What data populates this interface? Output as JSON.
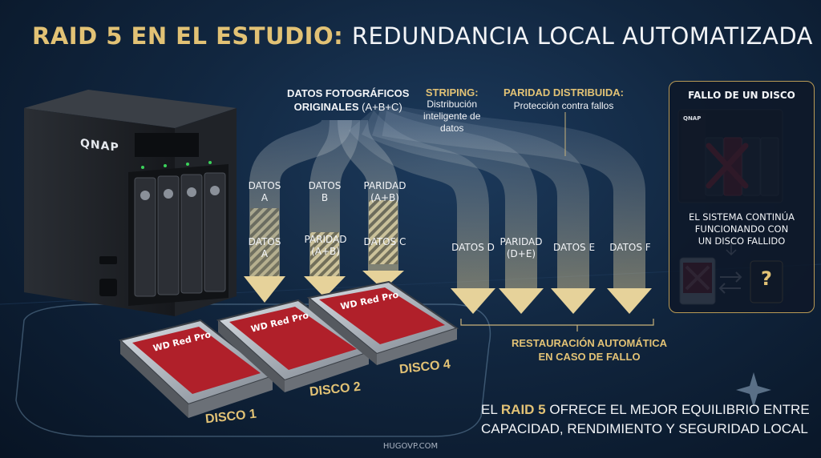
{
  "title": {
    "highlight": "RAID 5 EN EL ESTUDIO:",
    "rest": "REDUNDANCIA LOCAL AUTOMATIZADA"
  },
  "source": {
    "line1": "DATOS FOTOGRÁFICOS",
    "line2_bold": "ORIGINALES",
    "line2_rest": " (A+B+C)"
  },
  "striping": {
    "heading": "STRIPING:",
    "text_lines": [
      "Distribución",
      "inteligente de",
      "datos"
    ]
  },
  "parity": {
    "heading": "PARIDAD DISTRIBUIDA:",
    "text": "Protección contra fallos"
  },
  "flows": [
    {
      "top_lines": [
        "DATOS",
        "A"
      ],
      "bottom_lines": [
        "DATOS",
        "A"
      ]
    },
    {
      "top_lines": [
        "DATOS",
        "B"
      ],
      "bottom_lines": [
        "PARIDAD",
        "(A+B)"
      ]
    },
    {
      "top_lines": [
        "PARIDAD",
        "(A+B)"
      ],
      "bottom_lines": [
        "DATOS C"
      ]
    },
    {
      "top_lines": [],
      "bottom_lines": [
        "DATOS D"
      ]
    },
    {
      "top_lines": [],
      "bottom_lines": [
        "PARIDAD",
        "(D+E)"
      ]
    },
    {
      "top_lines": [],
      "bottom_lines": [
        "DATOS E"
      ]
    },
    {
      "top_lines": [],
      "bottom_lines": [
        "DATOS F"
      ]
    }
  ],
  "nas": {
    "brand": "QNAP",
    "bay_labels": [
      "",
      "",
      "",
      ""
    ]
  },
  "disks": [
    {
      "label": "DISCO 1",
      "model": "WD Red Pro"
    },
    {
      "label": "DISCO 2",
      "model": "WD Red Pro"
    },
    {
      "label": "DISCO 4",
      "model": "WD Red Pro"
    }
  ],
  "restore": {
    "lines": [
      "RESTAURACIÓN AUTOMÁTICA",
      "EN CASO DE FALLO"
    ]
  },
  "failure_panel": {
    "title": "FALLO DE UN DISCO",
    "nas_brand": "QNAP",
    "text_lines": [
      "EL SISTEMA CONTINÚA",
      "FUNCIONANDO CON",
      "UN DISCO FALLIDO"
    ],
    "unknown_symbol": "?"
  },
  "conclusion": {
    "line1_pre": "EL ",
    "line1_highlight": "RAID 5",
    "line1_post": " OFRECE EL MEJOR EQUILIBRIO ENTRE",
    "line2": "CAPACIDAD, RENDIMIENTO Y SEGURIDAD LOCAL"
  },
  "footer": "HUGOVP.COM",
  "colors": {
    "accent": "#e2c275",
    "background": "#11263f",
    "disk_red": "#b0202a",
    "text": "#f2f4f7"
  }
}
